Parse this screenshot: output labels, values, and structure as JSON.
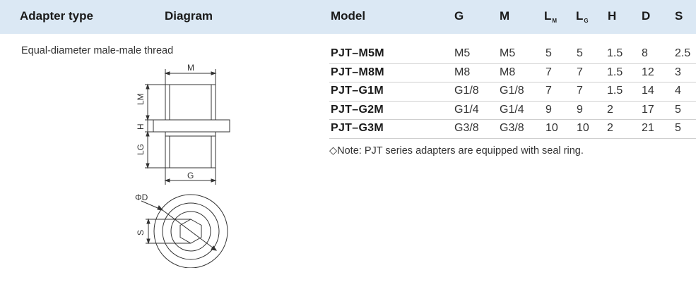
{
  "header": {
    "adapter_type": "Adapter type",
    "diagram": "Diagram",
    "model": "Model",
    "g": "G",
    "m": "M",
    "lm_main": "L",
    "lm_sub": "M",
    "lg_main": "L",
    "lg_sub": "G",
    "h": "H",
    "d": "D",
    "s": "S"
  },
  "adapter_type_name": "Equal-diameter male-male thread",
  "diagram_labels": {
    "m": "M",
    "lm": "LM",
    "h": "H",
    "lg": "LG",
    "g": "G",
    "phi_d": "ΦD",
    "s": "S"
  },
  "rows": [
    {
      "model": "PJT–M5M",
      "g": "M5",
      "m": "M5",
      "lm": "5",
      "lg": "5",
      "h": "1.5",
      "d": "8",
      "s": "2.5"
    },
    {
      "model": "PJT–M8M",
      "g": "M8",
      "m": "M8",
      "lm": "7",
      "lg": "7",
      "h": "1.5",
      "d": "12",
      "s": "3"
    },
    {
      "model": "PJT–G1M",
      "g": "G1/8",
      "m": "G1/8",
      "lm": "7",
      "lg": "7",
      "h": "1.5",
      "d": "14",
      "s": "4"
    },
    {
      "model": "PJT–G2M",
      "g": "G1/4",
      "m": "G1/4",
      "lm": "9",
      "lg": "9",
      "h": "2",
      "d": "17",
      "s": "5"
    },
    {
      "model": "PJT–G3M",
      "g": "G3/8",
      "m": "G3/8",
      "lm": "10",
      "lg": "10",
      "h": "2",
      "d": "21",
      "s": "5"
    }
  ],
  "note": "◇Note: PJT series adapters are equipped with seal ring."
}
